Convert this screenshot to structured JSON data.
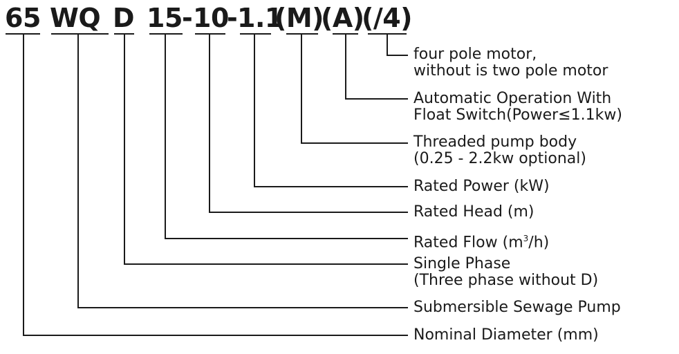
{
  "code_segments": [
    "65",
    "WQ",
    "D",
    "15",
    "-",
    "10",
    "-",
    "1.1",
    "(M)",
    "(A)",
    "(/4)"
  ],
  "labels": {
    "four_pole": [
      "four pole motor,",
      "without is two pole motor"
    ],
    "auto": [
      "Automatic Operation With",
      "Float Switch(Power≤1.1kw)"
    ],
    "threaded": [
      "Threaded pump body",
      "(0.25 - 2.2kw optional)"
    ],
    "power": "Rated Power (kW)",
    "head": "Rated Head (m)",
    "flow_pre": "Rated Flow (m",
    "flow_sup": "3",
    "flow_post": "/h)",
    "phase": [
      "Single Phase",
      "(Three phase without D)"
    ],
    "sewage": "Submersible Sewage Pump",
    "diameter": "Nominal Diameter (mm)"
  },
  "colors": {
    "line": "#1a1a1a"
  }
}
